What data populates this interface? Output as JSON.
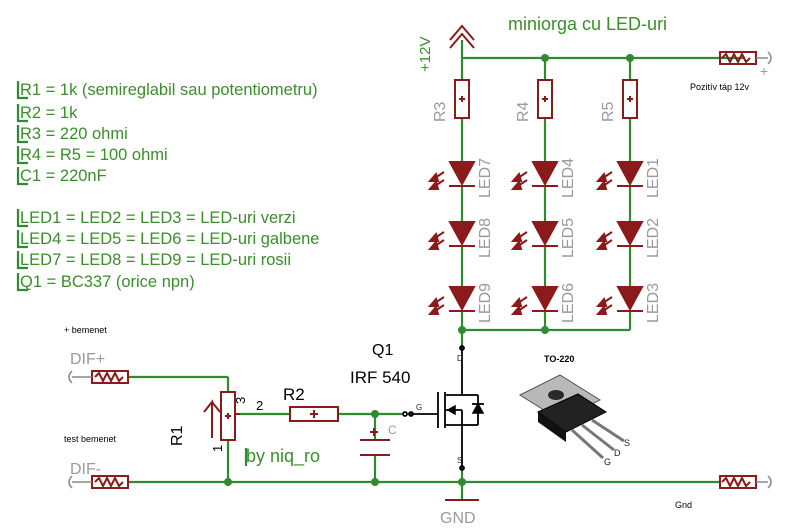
{
  "title": "miniorga cu LED-uri",
  "notes": [
    "R1 = 1k (semireglabil sau potentiometru)",
    "R2 = 1k",
    "R3 = 220 ohmi",
    "R4 = R5 = 100 ohmi",
    "C1 = 220nF",
    "LED1 = LED2 = LED3 = LED-uri verzi",
    "LED4 = LED5 = LED6 = LED-uri galbene",
    "LED7 = LED8 = LED9 = LED-uri rosii",
    "Q1 = BC337 (orice npn)"
  ],
  "labels": {
    "supply": "+12V",
    "gnd": "GND",
    "q1": "Q1",
    "mosfet": "IRF 540",
    "package": "TO-220",
    "author": "by niq_ro",
    "r1": "R1",
    "r2": "R2",
    "r3": "R3",
    "r4": "R4",
    "r5": "R5",
    "pin2": "2",
    "pin3": "3",
    "pin1": "1",
    "dif_plus": "DIF+",
    "dif_minus": "DIF-",
    "in_plus": "+ bemenet",
    "in_test": "test bemenet",
    "pos_out": "Pozitív táp 12v",
    "plus_sign": "+",
    "gnd_out": "Gnd",
    "pin_d": "D",
    "pin_s": "S",
    "pin_g": "G",
    "pkg_g": "G",
    "pkg_d": "D",
    "pkg_s": "S",
    "cap_pin": "C"
  },
  "leds": {
    "col1": [
      "LED7",
      "LED8",
      "LED9"
    ],
    "col2": [
      "LED4",
      "LED5",
      "LED6"
    ],
    "col3": [
      "LED1",
      "LED2",
      "LED3"
    ]
  },
  "colors": {
    "wire": "#2e8b2e",
    "component": "#8b1a1a",
    "text_green": "#3a8f2a",
    "text_gray": "#9a9a9a"
  }
}
